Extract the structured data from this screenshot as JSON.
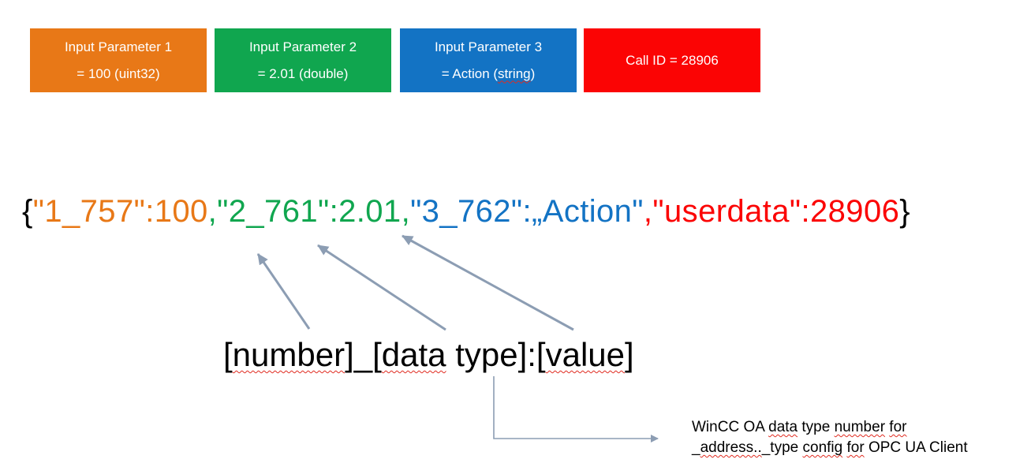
{
  "colors": {
    "arrow": "#8C9DB3",
    "squiggle": "#E02B20",
    "orange": "#E87817",
    "green": "#10A64F",
    "blue": "#1373C4",
    "red": "#FB0404",
    "black": "#000000"
  },
  "param_boxes": [
    {
      "line1": "Input Parameter 1",
      "line2": "= 100 (uint32)",
      "bg": "#E87817"
    },
    {
      "line1": "Input Parameter 2",
      "line2": "= 2.01 (double)",
      "bg": "#10A64F"
    },
    {
      "line1": "Input Parameter 3",
      "line2_pre": "= Action (",
      "line2_word": "string",
      "line2_post": ")",
      "bg": "#1373C4"
    },
    {
      "line1": "Call ID = 28906",
      "bg": "#FB0404"
    }
  ],
  "json_string": {
    "segments": [
      {
        "text": "{",
        "color": "#000000"
      },
      {
        "text": "\"1_757\":100",
        "color": "#E87817"
      },
      {
        "text": ",\"2_761\":2.01,",
        "color": "#10A64F"
      },
      {
        "text": "\"3_762\":„Action\"",
        "color": "#1373C4"
      },
      {
        "text": ",\"userdata\":28906",
        "color": "#FB0404"
      },
      {
        "text": "}",
        "color": "#000000"
      }
    ]
  },
  "pattern_label": {
    "parts": [
      {
        "text": "["
      },
      {
        "text": "number",
        "misspelled": true
      },
      {
        "text": "]_["
      },
      {
        "text": "data",
        "misspelled": true
      },
      {
        "text": " type]:["
      },
      {
        "text": "value",
        "misspelled": true
      },
      {
        "text": "]"
      }
    ]
  },
  "note": {
    "line1_parts": [
      {
        "text": "WinCC OA "
      },
      {
        "text": "data",
        "misspelled": true
      },
      {
        "text": " type "
      },
      {
        "text": "number",
        "misspelled": true
      },
      {
        "text": " "
      },
      {
        "text": "for",
        "misspelled": true
      }
    ],
    "line2_parts": [
      {
        "text": "_"
      },
      {
        "text": "address..",
        "misspelled": true
      },
      {
        "text": "_type "
      },
      {
        "text": "config",
        "misspelled": true
      },
      {
        "text": " "
      },
      {
        "text": "for",
        "misspelled": true
      },
      {
        "text": " OPC UA Client"
      }
    ]
  }
}
